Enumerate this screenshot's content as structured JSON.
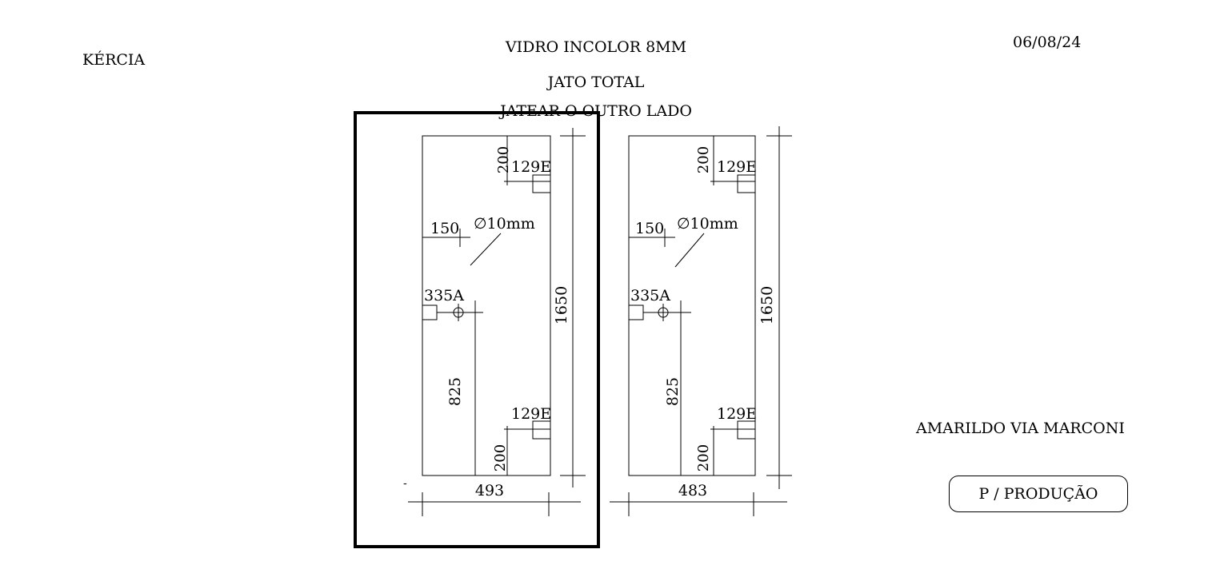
{
  "header": {
    "client": "KÉRCIA",
    "title_lines": [
      "VIDRO INCOLOR 8MM",
      "JATO TOTAL",
      "JATEAR O OUTRO LADO"
    ],
    "date": "06/08/24"
  },
  "footer": {
    "address": "AMARILDO VIA MARCONI",
    "stamp": "P / PRODUÇÃO"
  },
  "pieces": [
    {
      "width_label": "493",
      "height_label": "1650",
      "hinge_top_offset": "200",
      "hinge_top_code": "129E",
      "hinge_bottom_offset": "200",
      "hinge_bottom_code": "129E",
      "hole_offset": "150",
      "hole_diameter": "∅10mm",
      "lock_code": "335A",
      "lock_height": "825"
    },
    {
      "width_label": "483",
      "height_label": "1650",
      "hinge_top_offset": "200",
      "hinge_top_code": "129E",
      "hinge_bottom_offset": "200",
      "hinge_bottom_code": "129E",
      "hole_offset": "150",
      "hole_diameter": "∅10mm",
      "lock_code": "335A",
      "lock_height": "825"
    }
  ],
  "stray_mark": "-"
}
